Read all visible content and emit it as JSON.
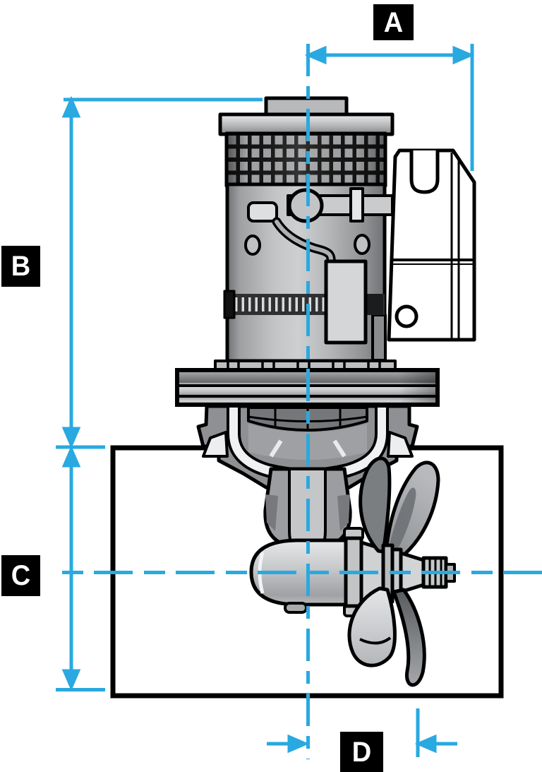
{
  "diagram": {
    "labels": [
      {
        "letter": "A"
      },
      {
        "letter": "B"
      },
      {
        "letter": "C"
      },
      {
        "letter": "D"
      }
    ],
    "colors": {
      "accent": "#29A9E0",
      "label_background": "#000000",
      "label_text": "#FFFFFF",
      "outline": "#000000"
    }
  }
}
